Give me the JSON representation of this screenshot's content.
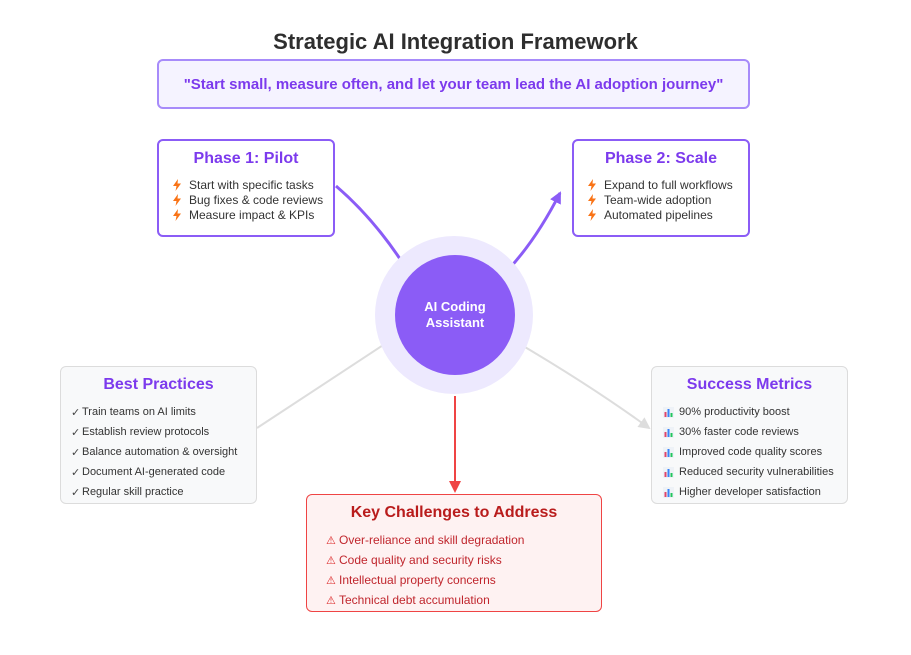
{
  "title": "Strategic AI Integration Framework",
  "quote": "\"Start small, measure often, and let your team lead the AI adoption journey\"",
  "center": {
    "label": "AI Coding Assistant"
  },
  "phase1": {
    "title": "Phase 1: Pilot",
    "items": [
      "Start with specific tasks",
      "Bug fixes & code reviews",
      "Measure impact & KPIs"
    ]
  },
  "phase2": {
    "title": "Phase 2: Scale",
    "items": [
      "Expand to full workflows",
      "Team-wide adoption",
      "Automated pipelines"
    ]
  },
  "best_practices": {
    "title": "Best Practices",
    "check": "✓",
    "items": [
      "Train teams on AI limits",
      "Establish review protocols",
      "Balance automation & oversight",
      "Document AI-generated code",
      "Regular skill practice"
    ]
  },
  "success_metrics": {
    "title": "Success Metrics",
    "items": [
      "90% productivity boost",
      "30% faster code reviews",
      "Improved code quality scores",
      "Reduced security vulnerabilities",
      "Higher developer satisfaction"
    ]
  },
  "challenges": {
    "title": "Key Challenges to Address",
    "warn": "⚠",
    "items": [
      "Over-reliance and skill degradation",
      "Code quality and security risks",
      "Intellectual property concerns",
      "Technical debt accumulation"
    ]
  },
  "colors": {
    "purple": "#8b5cf6",
    "purple_dark": "#7c3aed",
    "red": "#ef4444",
    "gray_arrow": "#dddddd",
    "bolt": "#f97316"
  },
  "icons": {
    "phase_bullet": "lightning-bolt-icon",
    "metric_bullet": "bar-chart-icon",
    "practice_bullet": "check-icon",
    "challenge_bullet": "warning-icon"
  }
}
